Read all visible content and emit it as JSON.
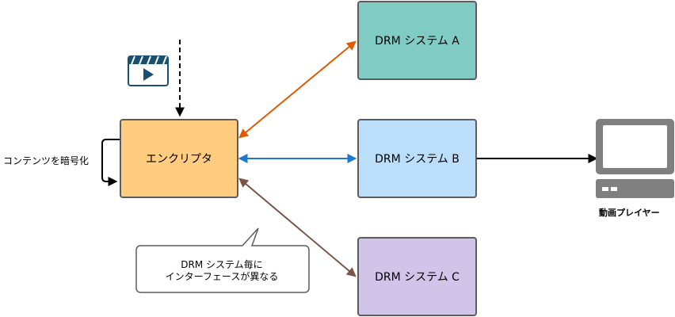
{
  "nodes": {
    "encryptor": {
      "label": "エンクリプタ",
      "fill": "#ffcc80"
    },
    "drm_a": {
      "label": "DRM システム A",
      "fill": "#80cbc4"
    },
    "drm_b": {
      "label": "DRM システム B",
      "fill": "#bbdefb"
    },
    "drm_c": {
      "label": "DRM システム C",
      "fill": "#d1c4e9"
    }
  },
  "labels": {
    "encrypt_content": "コンテンツを暗号化",
    "player": "動画プレイヤー"
  },
  "callout": {
    "line1": "DRM システム毎に",
    "line2": "インターフェースが異なる"
  },
  "icons": {
    "content": "video-clapperboard-icon",
    "player": "monitor-icon"
  },
  "colors": {
    "link_a": "#e05a00",
    "link_b": "#1e78d2",
    "link_c": "#795548",
    "output": "#000000",
    "icon_blue": "#1b4f72",
    "icon_gray": "#808080"
  }
}
